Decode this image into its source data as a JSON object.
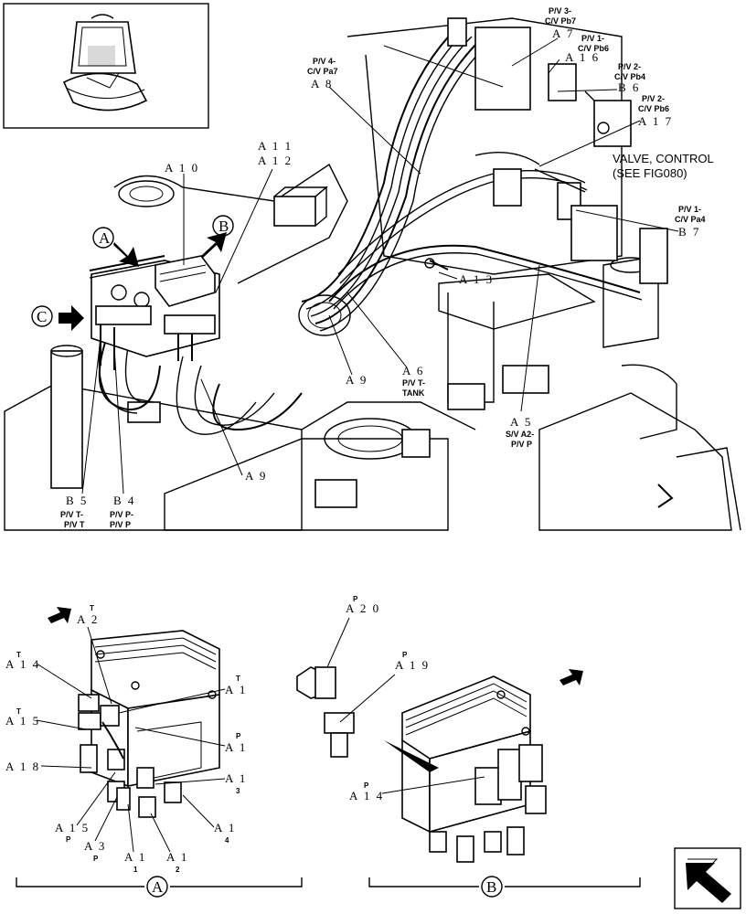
{
  "callouts": {
    "a10": "A 1 0",
    "a11": "A 1 1",
    "a12": "A 1 2",
    "a13": "A 1 3",
    "a9a": "A 9",
    "a9b": "A 9",
    "a6": "A 6",
    "a6_sub": "P/V T-",
    "a6_sub2": "TANK",
    "a5": "A 5",
    "a5_sub": "S/V A2-",
    "a5_sub2": "P/V P",
    "b5": "B 5",
    "b5_sub": "P/V T-",
    "b5_sub2": "P/V T",
    "b4": "B 4",
    "b4_sub": "P/V P-",
    "b4_sub2": "P/V P",
    "a8_top": "P/V 4-",
    "a8_top2": "C/V Pa7",
    "a8": "A 8",
    "a7_top": "P/V 3-",
    "a7_top2": "C/V Pb7",
    "a7": "A 7",
    "a16_top": "P/V 1-",
    "a16_top2": "C/V Pb6",
    "a16": "A 1 6",
    "b6_top": "P/V 2-",
    "b6_top2": "C/V Pb4",
    "b6": "B 6",
    "a17_top": "P/V 2-",
    "a17_top2": "C/V Pb6",
    "a17": "A 1 7",
    "b7_top": "P/V 1-",
    "b7_top2": "C/V Pa4",
    "b7": "B 7",
    "valve1": "VALVE, CONTROL",
    "valve2": "(SEE FIG080)"
  },
  "markers": {
    "A": "A",
    "B": "B",
    "C": "C"
  },
  "detail_a": {
    "a2": "A 2",
    "a2_t": "T",
    "a14": "A 1 4",
    "a14_t": "T",
    "a15": "A 1 5",
    "a15_t": "T",
    "a18": "A 1 8",
    "a1_t": "A 1",
    "a1_t_sup": "T",
    "a1_p": "A 1",
    "a1_p_sup": "P",
    "a1_3": "A 1",
    "a1_3_sub": "3",
    "a1_4": "A 1",
    "a1_4_sub": "4",
    "a15p": "A 1 5",
    "a15p_sub": "P",
    "a3": "A 3",
    "a3_sub": "P",
    "a1_1": "A 1",
    "a1_1_sub": "1",
    "a1_2": "A 1",
    "a1_2_sub": "2",
    "label": "A"
  },
  "detail_b": {
    "a20": "A 2 0",
    "a20_sup": "P",
    "a19": "A 1 9",
    "a19_sup": "P",
    "a14": "A 1 4",
    "a14_sup": "P",
    "label": "B"
  }
}
